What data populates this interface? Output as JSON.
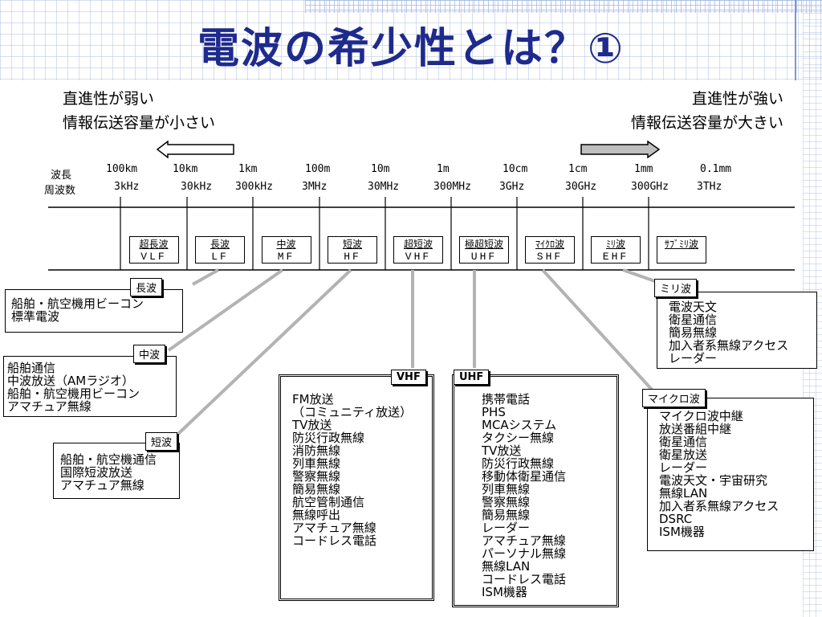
{
  "title": "電波の希少性とは？①",
  "left_hint": [
    "直進性が弱い",
    "情報伝送容量が小さい"
  ],
  "right_hint": [
    "直進性が強い",
    "情報伝送容量が大きい"
  ],
  "axis_labels": {
    "wavelength": "波長",
    "frequency": "周波数"
  },
  "wavelengths": [
    "100km",
    "10km",
    "1km",
    "100m",
    "10m",
    "1m",
    "10cm",
    "1cm",
    "1mm",
    "0.1mm"
  ],
  "frequencies": [
    "3kHz",
    "30kHz",
    "300kHz",
    "3MHz",
    "30MHz",
    "300MHz",
    "3GHz",
    "30GHz",
    "300GHz",
    "3THz"
  ],
  "bands": [
    {
      "jp": "超長波",
      "en": "VLF"
    },
    {
      "jp": "長波",
      "en": "LF"
    },
    {
      "jp": "中波",
      "en": "MF"
    },
    {
      "jp": "短波",
      "en": "HF"
    },
    {
      "jp": "超短波",
      "en": "VHF"
    },
    {
      "jp": "極超短波",
      "en": "UHF"
    },
    {
      "jp": "ﾏｲｸﾛ波",
      "en": "SHF"
    },
    {
      "jp": "ﾐﾘ波",
      "en": "EHF"
    },
    {
      "jp": "ｻﾌﾞﾐﾘ波",
      "en": ""
    }
  ],
  "uses": {
    "lf": {
      "label": "長波",
      "items": [
        "船舶・航空機用ビーコン",
        "標準電波"
      ]
    },
    "mf": {
      "label": "中波",
      "items": [
        "船舶通信",
        "中波放送（AMラジオ）",
        "船舶・航空機用ビーコン",
        "アマチュア無線"
      ]
    },
    "hf": {
      "label": "短波",
      "items": [
        "船舶・航空機通信",
        "国際短波放送",
        "アマチュア無線"
      ]
    },
    "vhf": {
      "label": "VHF",
      "items": [
        "FM放送",
        "（コミュニティ放送）",
        "TV放送",
        "防災行政無線",
        "消防無線",
        "列車無線",
        "警察無線",
        "簡易無線",
        "航空管制通信",
        "無線呼出",
        "アマチュア無線",
        "コードレス電話"
      ]
    },
    "uhf": {
      "label": "UHF",
      "items": [
        "携帯電話",
        "PHS",
        "MCAシステム",
        "タクシー無線",
        "TV放送",
        "防災行政無線",
        "移動体衛星通信",
        "列車無線",
        "警察無線",
        "簡易無線",
        "レーダー",
        "アマチュア無線",
        "パーソナル無線",
        "無線LAN",
        "コードレス電話",
        "ISM機器"
      ]
    },
    "shf": {
      "label": "マイクロ波",
      "items": [
        "マイクロ波中継",
        "放送番組中継",
        "衛星通信",
        "衛星放送",
        "レーダー",
        "電波天文・宇宙研究",
        "無線LAN",
        "加入者系無線アクセス",
        "DSRC",
        "ISM機器"
      ]
    },
    "ehf": {
      "label": "ミリ波",
      "items": [
        "電波天文",
        "衛星通信",
        "簡易無線",
        "加入者系無線アクセス",
        "レーダー"
      ]
    }
  }
}
